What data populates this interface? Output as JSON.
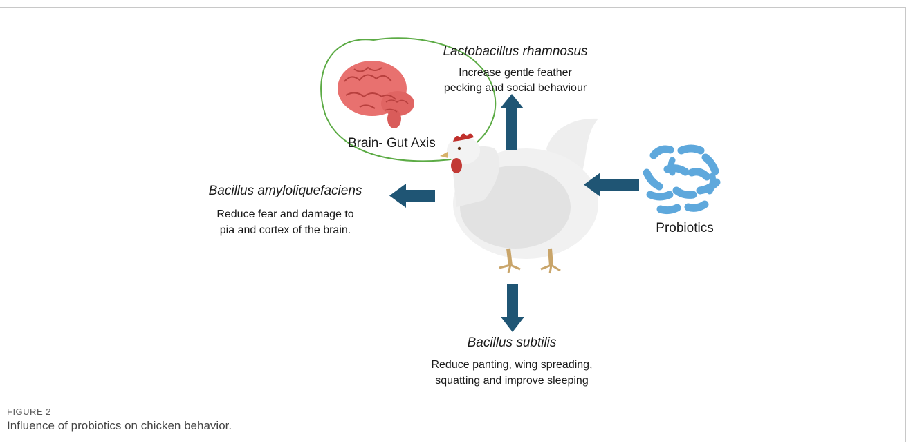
{
  "diagram": {
    "brain_gut_label": "Brain- Gut Axis",
    "probiotics_label": "Probiotics",
    "top": {
      "species": "Lactobacillus rhamnosus",
      "effect_line1": "Increase gentle feather",
      "effect_line2": "pecking and social behaviour"
    },
    "left": {
      "species": "Bacillus amyloliquefaciens",
      "effect_line1": "Reduce fear and damage to",
      "effect_line2": "pia and cortex of the brain."
    },
    "bottom": {
      "species": "Bacillus subtilis",
      "effect_line1": "Reduce panting, wing spreading,",
      "effect_line2": "squatting and improve sleeping"
    },
    "colors": {
      "arrow": "#1f5574",
      "bubble_outline": "#5cab45",
      "brain": "#e8716f",
      "bacteria": "#5ea8dc"
    }
  },
  "figure": {
    "label": "FIGURE 2",
    "caption": "Influence of probiotics on chicken behavior."
  }
}
